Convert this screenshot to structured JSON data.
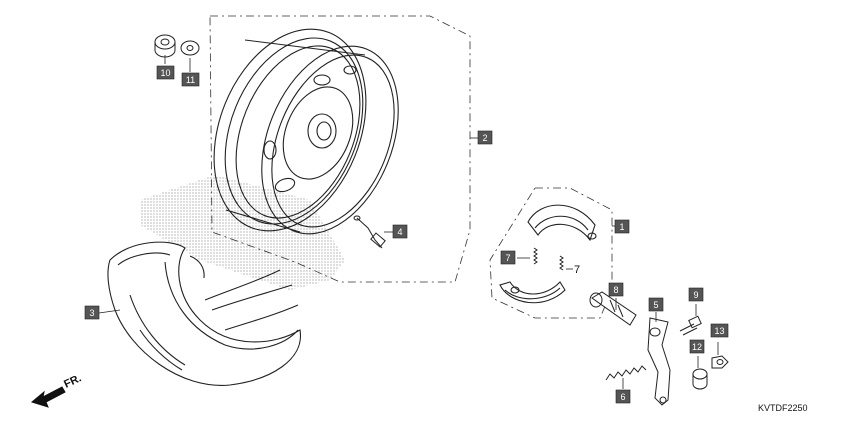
{
  "diagram": {
    "direction_label": "FR.",
    "drawing_code": "KVTDF2250",
    "callouts": [
      {
        "id": "c1",
        "label": "1"
      },
      {
        "id": "c2",
        "label": "2"
      },
      {
        "id": "c3",
        "label": "3"
      },
      {
        "id": "c4",
        "label": "4"
      },
      {
        "id": "c5",
        "label": "5"
      },
      {
        "id": "c6",
        "label": "6"
      },
      {
        "id": "c7a",
        "label": "7"
      },
      {
        "id": "c7b",
        "label": "7"
      },
      {
        "id": "c8",
        "label": "8"
      },
      {
        "id": "c9",
        "label": "9"
      },
      {
        "id": "c10",
        "label": "10"
      },
      {
        "id": "c11",
        "label": "11"
      },
      {
        "id": "c12",
        "label": "12"
      },
      {
        "id": "c13",
        "label": "13"
      }
    ]
  },
  "colors": {
    "callout_fill": "#555555",
    "line": "#222222",
    "screen": "#b5b5b5"
  }
}
